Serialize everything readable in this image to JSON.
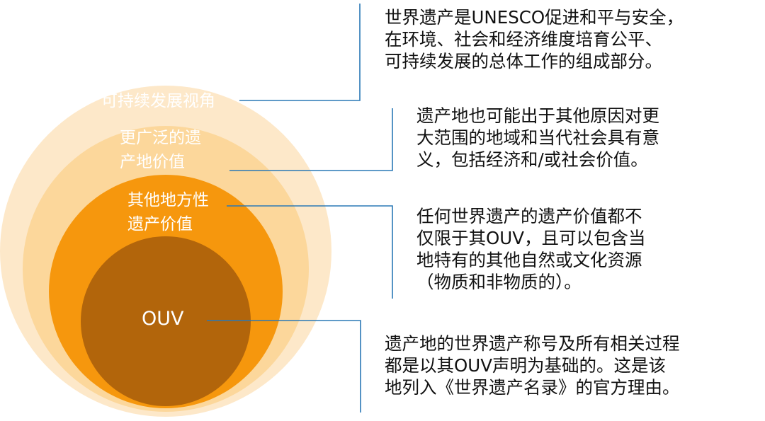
{
  "colors": {
    "ring_sustainable": "#fde8c9",
    "ring_broader": "#fcd79b",
    "ring_local": "#f6970d",
    "ring_ouv": "#b2650b",
    "connector": "#2a78b6",
    "label_text": "#ffffff",
    "description_text": "#111111"
  },
  "circles": [
    {
      "id": "sustainable",
      "lines": [
        "可持续发展视角"
      ]
    },
    {
      "id": "broader",
      "lines": [
        "更广泛的遗",
        "产地价值"
      ]
    },
    {
      "id": "local",
      "lines": [
        "其他地方性",
        "遗产价值"
      ]
    },
    {
      "id": "ouv",
      "lines": [
        "OUV"
      ]
    }
  ],
  "descriptions": [
    {
      "id": "sustainable",
      "lines": [
        "世界遗产是UNESCO促进和平与安全，",
        "在环境、社会和经济维度培育公平、",
        "可持续发展的总体工作的组成部分。"
      ]
    },
    {
      "id": "broader",
      "lines": [
        "遗产地也可能出于其他原因对更",
        "大范围的地域和当代社会具有意",
        "义，包括经济和/或社会价值。"
      ]
    },
    {
      "id": "local",
      "lines": [
        "任何世界遗产的遗产价值都不",
        "仅限于其OUV，且可以包含当",
        "地特有的其他自然或文化资源",
        "（物质和非物质的）。"
      ]
    },
    {
      "id": "ouv",
      "lines": [
        "遗产地的世界遗产称号及所有相关过程",
        "都是以其OUV声明为基础的。这是该",
        "地列入《世界遗产名录》的官方理由。"
      ]
    }
  ]
}
